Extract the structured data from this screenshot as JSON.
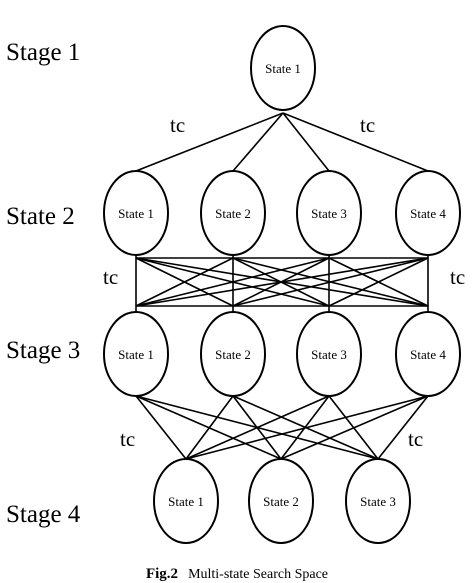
{
  "row_labels": [
    "Stage 1",
    "State 2",
    "Stage 3",
    "Stage 4"
  ],
  "rows": [
    [
      "State 1"
    ],
    [
      "State 1",
      "State 2",
      "State 3",
      "State 4"
    ],
    [
      "State 1",
      "State 2",
      "State 3",
      "State 4"
    ],
    [
      "State 1",
      "State 2",
      "State 3"
    ]
  ],
  "edge_labels": {
    "r1_left": "tc",
    "r1_right": "tc",
    "r2_left": "tc",
    "r2_right": "tc",
    "r3_left": "tc",
    "r3_right": "tc"
  },
  "caption": {
    "label": "Fig.2",
    "text": "Multi-state Search Space"
  }
}
